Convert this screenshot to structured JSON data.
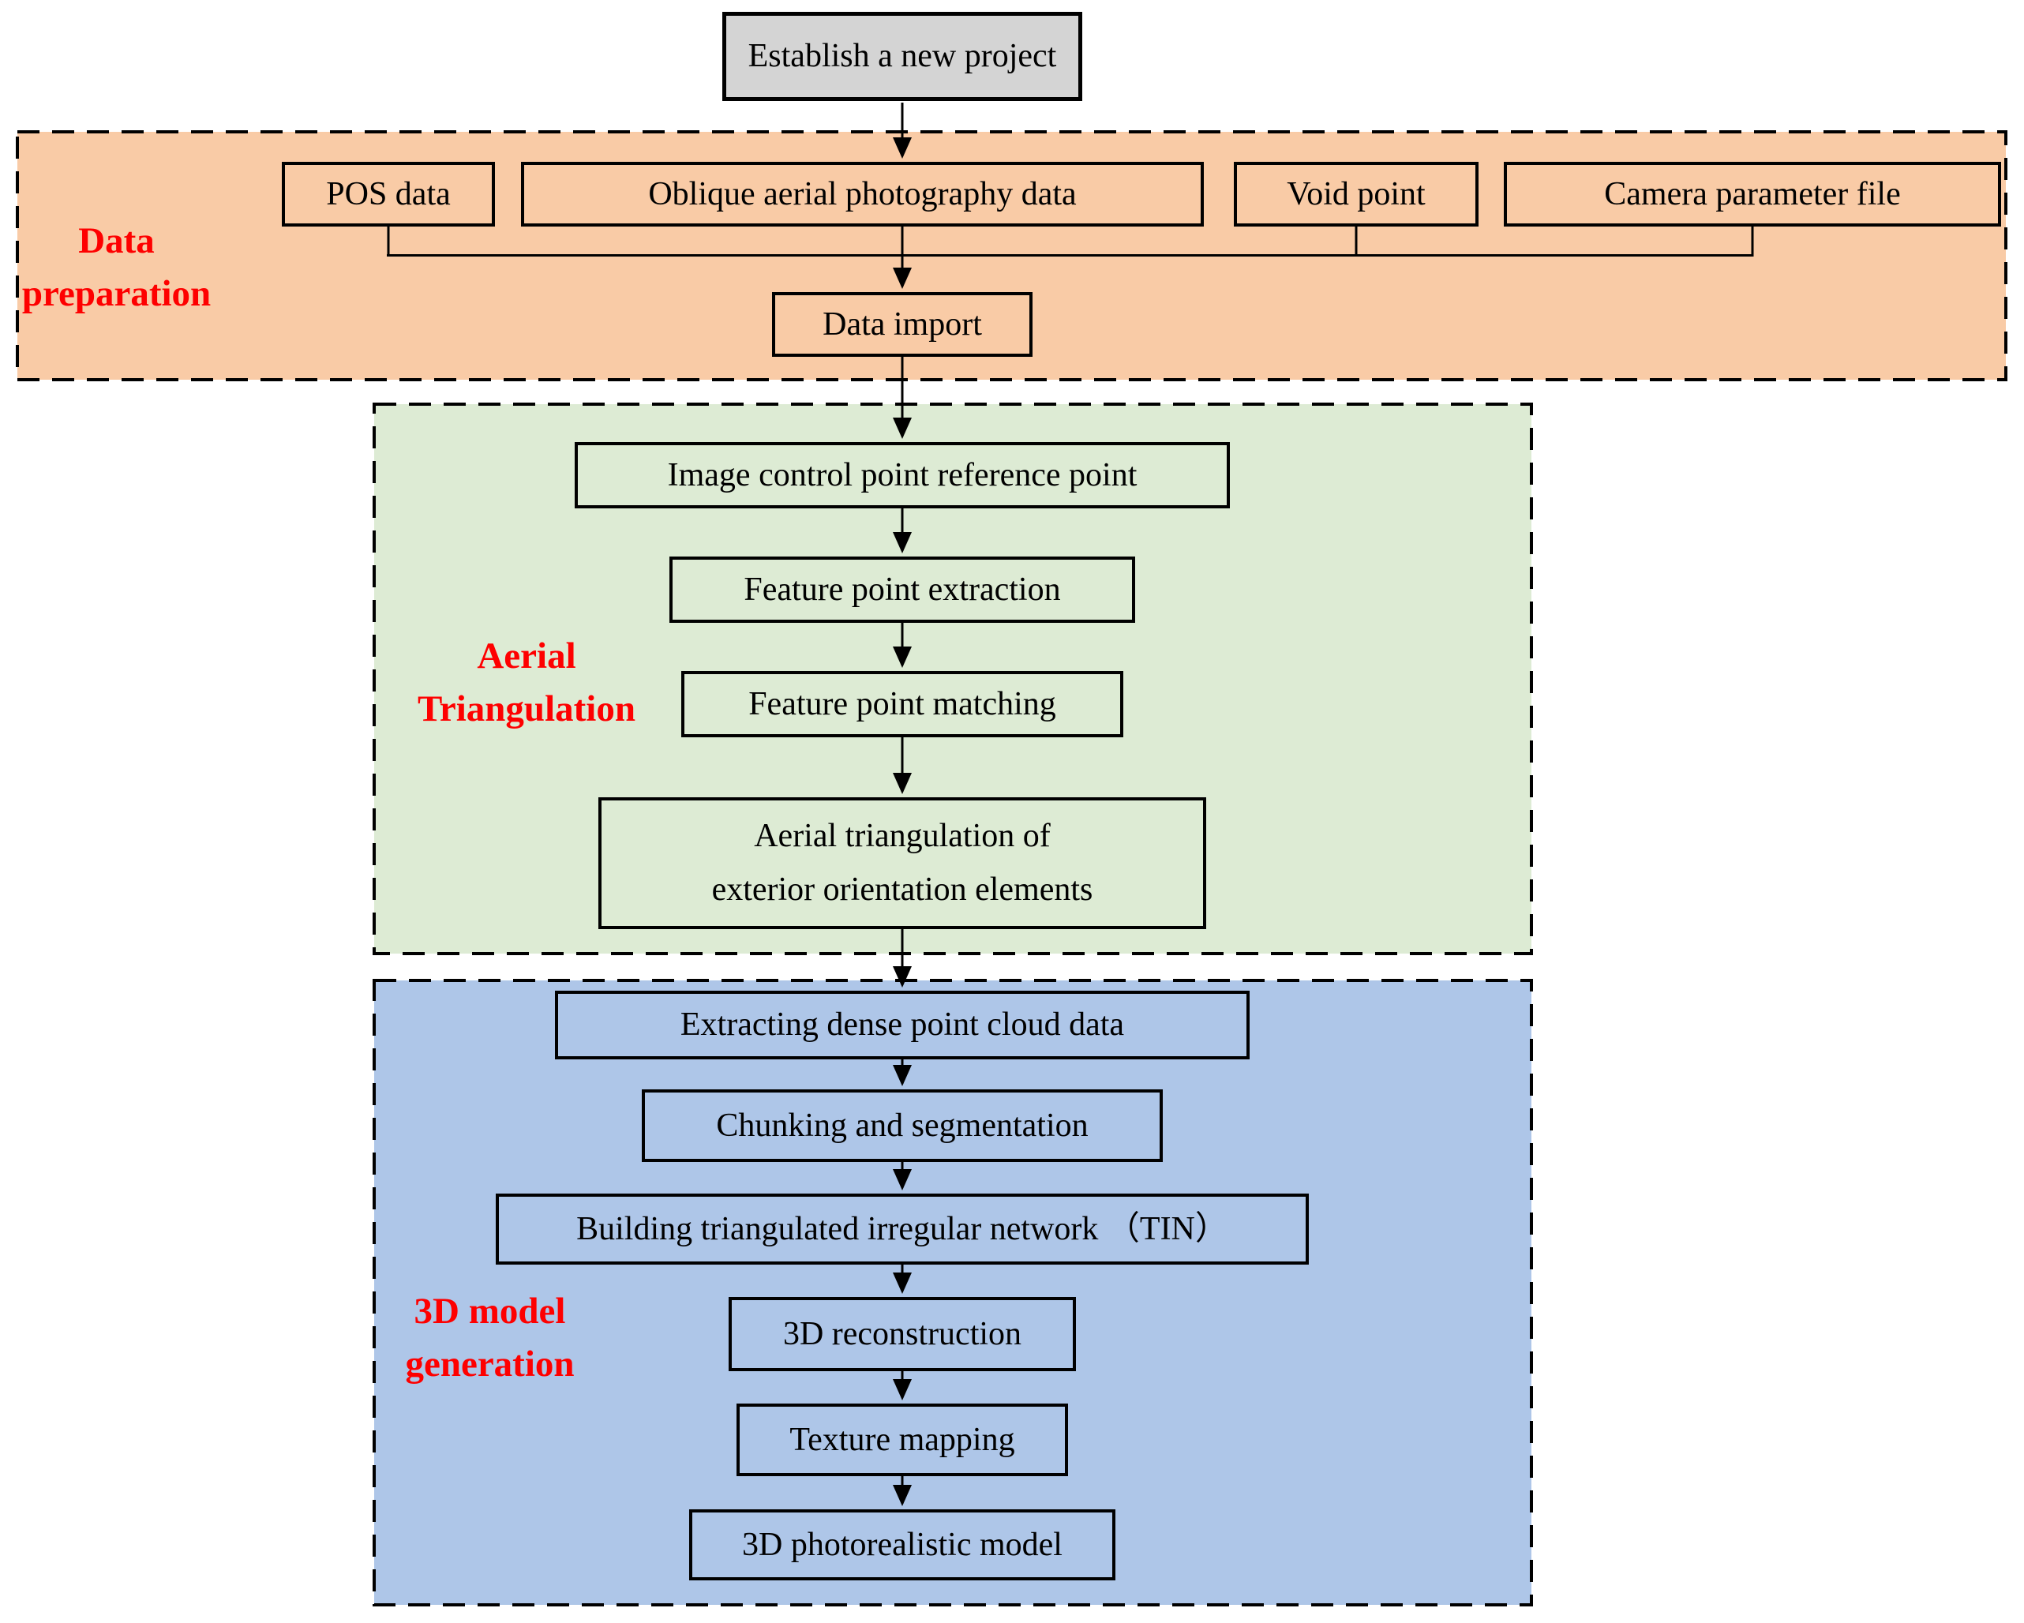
{
  "colors": {
    "c_orange": "#f9cba6",
    "c_green": "#ddebd4",
    "c_blue": "#aec6e8",
    "c_gray": "#d4d4d4",
    "c_red": "#fe0000",
    "c_line": "#000000"
  },
  "start": {
    "label": "Establish a new project"
  },
  "sections": [
    {
      "id": "data-preparation",
      "label_lines": [
        "Data",
        "preparation"
      ],
      "boxes": [
        {
          "id": "pos-data",
          "label": "POS data"
        },
        {
          "id": "oblique-data",
          "label": "Oblique aerial photography data"
        },
        {
          "id": "void-point",
          "label": "Void point"
        },
        {
          "id": "camera-parameter-file",
          "label": "Camera parameter file"
        },
        {
          "id": "data-import",
          "label": "Data import"
        }
      ]
    },
    {
      "id": "aerial-triangulation",
      "label_lines": [
        "Aerial",
        "Triangulation"
      ],
      "boxes": [
        {
          "id": "image-control-point",
          "label": "Image control point reference point"
        },
        {
          "id": "feature-point-extraction",
          "label": "Feature point extraction"
        },
        {
          "id": "feature-point-matching",
          "label": "Feature point matching"
        },
        {
          "id": "aerial-triangulation-elements",
          "line1": "Aerial triangulation of",
          "line2": "exterior orientation elements"
        }
      ]
    },
    {
      "id": "3d-model-generation",
      "label_lines": [
        "3D model",
        "generation"
      ],
      "boxes": [
        {
          "id": "extract-dense-point-cloud",
          "label": "Extracting dense point cloud data"
        },
        {
          "id": "chunking-segmentation",
          "label": "Chunking and segmentation"
        },
        {
          "id": "building-tin",
          "label": "Building triangulated irregular network （TIN）"
        },
        {
          "id": "3d-reconstruction",
          "label": "3D reconstruction"
        },
        {
          "id": "texture-mapping",
          "label": "Texture mapping"
        },
        {
          "id": "3d-photorealistic-model",
          "label": "3D photorealistic model"
        }
      ]
    }
  ]
}
